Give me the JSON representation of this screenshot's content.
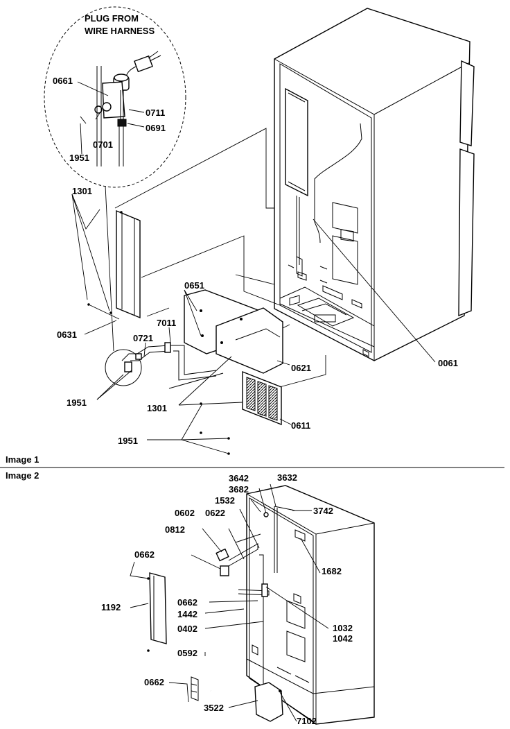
{
  "captions": {
    "image1": "Image 1",
    "image2": "Image 2"
  },
  "callout": {
    "line1": "PLUG FROM",
    "line2": "WIRE HARNESS"
  },
  "image1_parts": {
    "p0661": "0661",
    "p0711": "0711",
    "p0691": "0691",
    "p0701": "0701",
    "p1951_a": "1951",
    "p1301_a": "1301",
    "p0631": "0631",
    "p0651": "0651",
    "p0721": "0721",
    "p7011": "7011",
    "p0621": "0621",
    "p0061": "0061",
    "p1951_b": "1951",
    "p1301_b": "1301",
    "p0611": "0611",
    "p1951_c": "1951"
  },
  "image2_parts": {
    "p3642": "3642",
    "p3632": "3632",
    "p3682": "3682",
    "p1532": "1532",
    "p3742": "3742",
    "p0602": "0602",
    "p0622": "0622",
    "p0812": "0812",
    "p0662_a": "0662",
    "p1682": "1682",
    "p1192": "1192",
    "p0662_b": "0662",
    "p1442": "1442",
    "p1032": "1032",
    "p1042": "1042",
    "p0402": "0402",
    "p0592": "0592",
    "p0662_c": "0662",
    "p3522": "3522",
    "p7102": "7102"
  }
}
